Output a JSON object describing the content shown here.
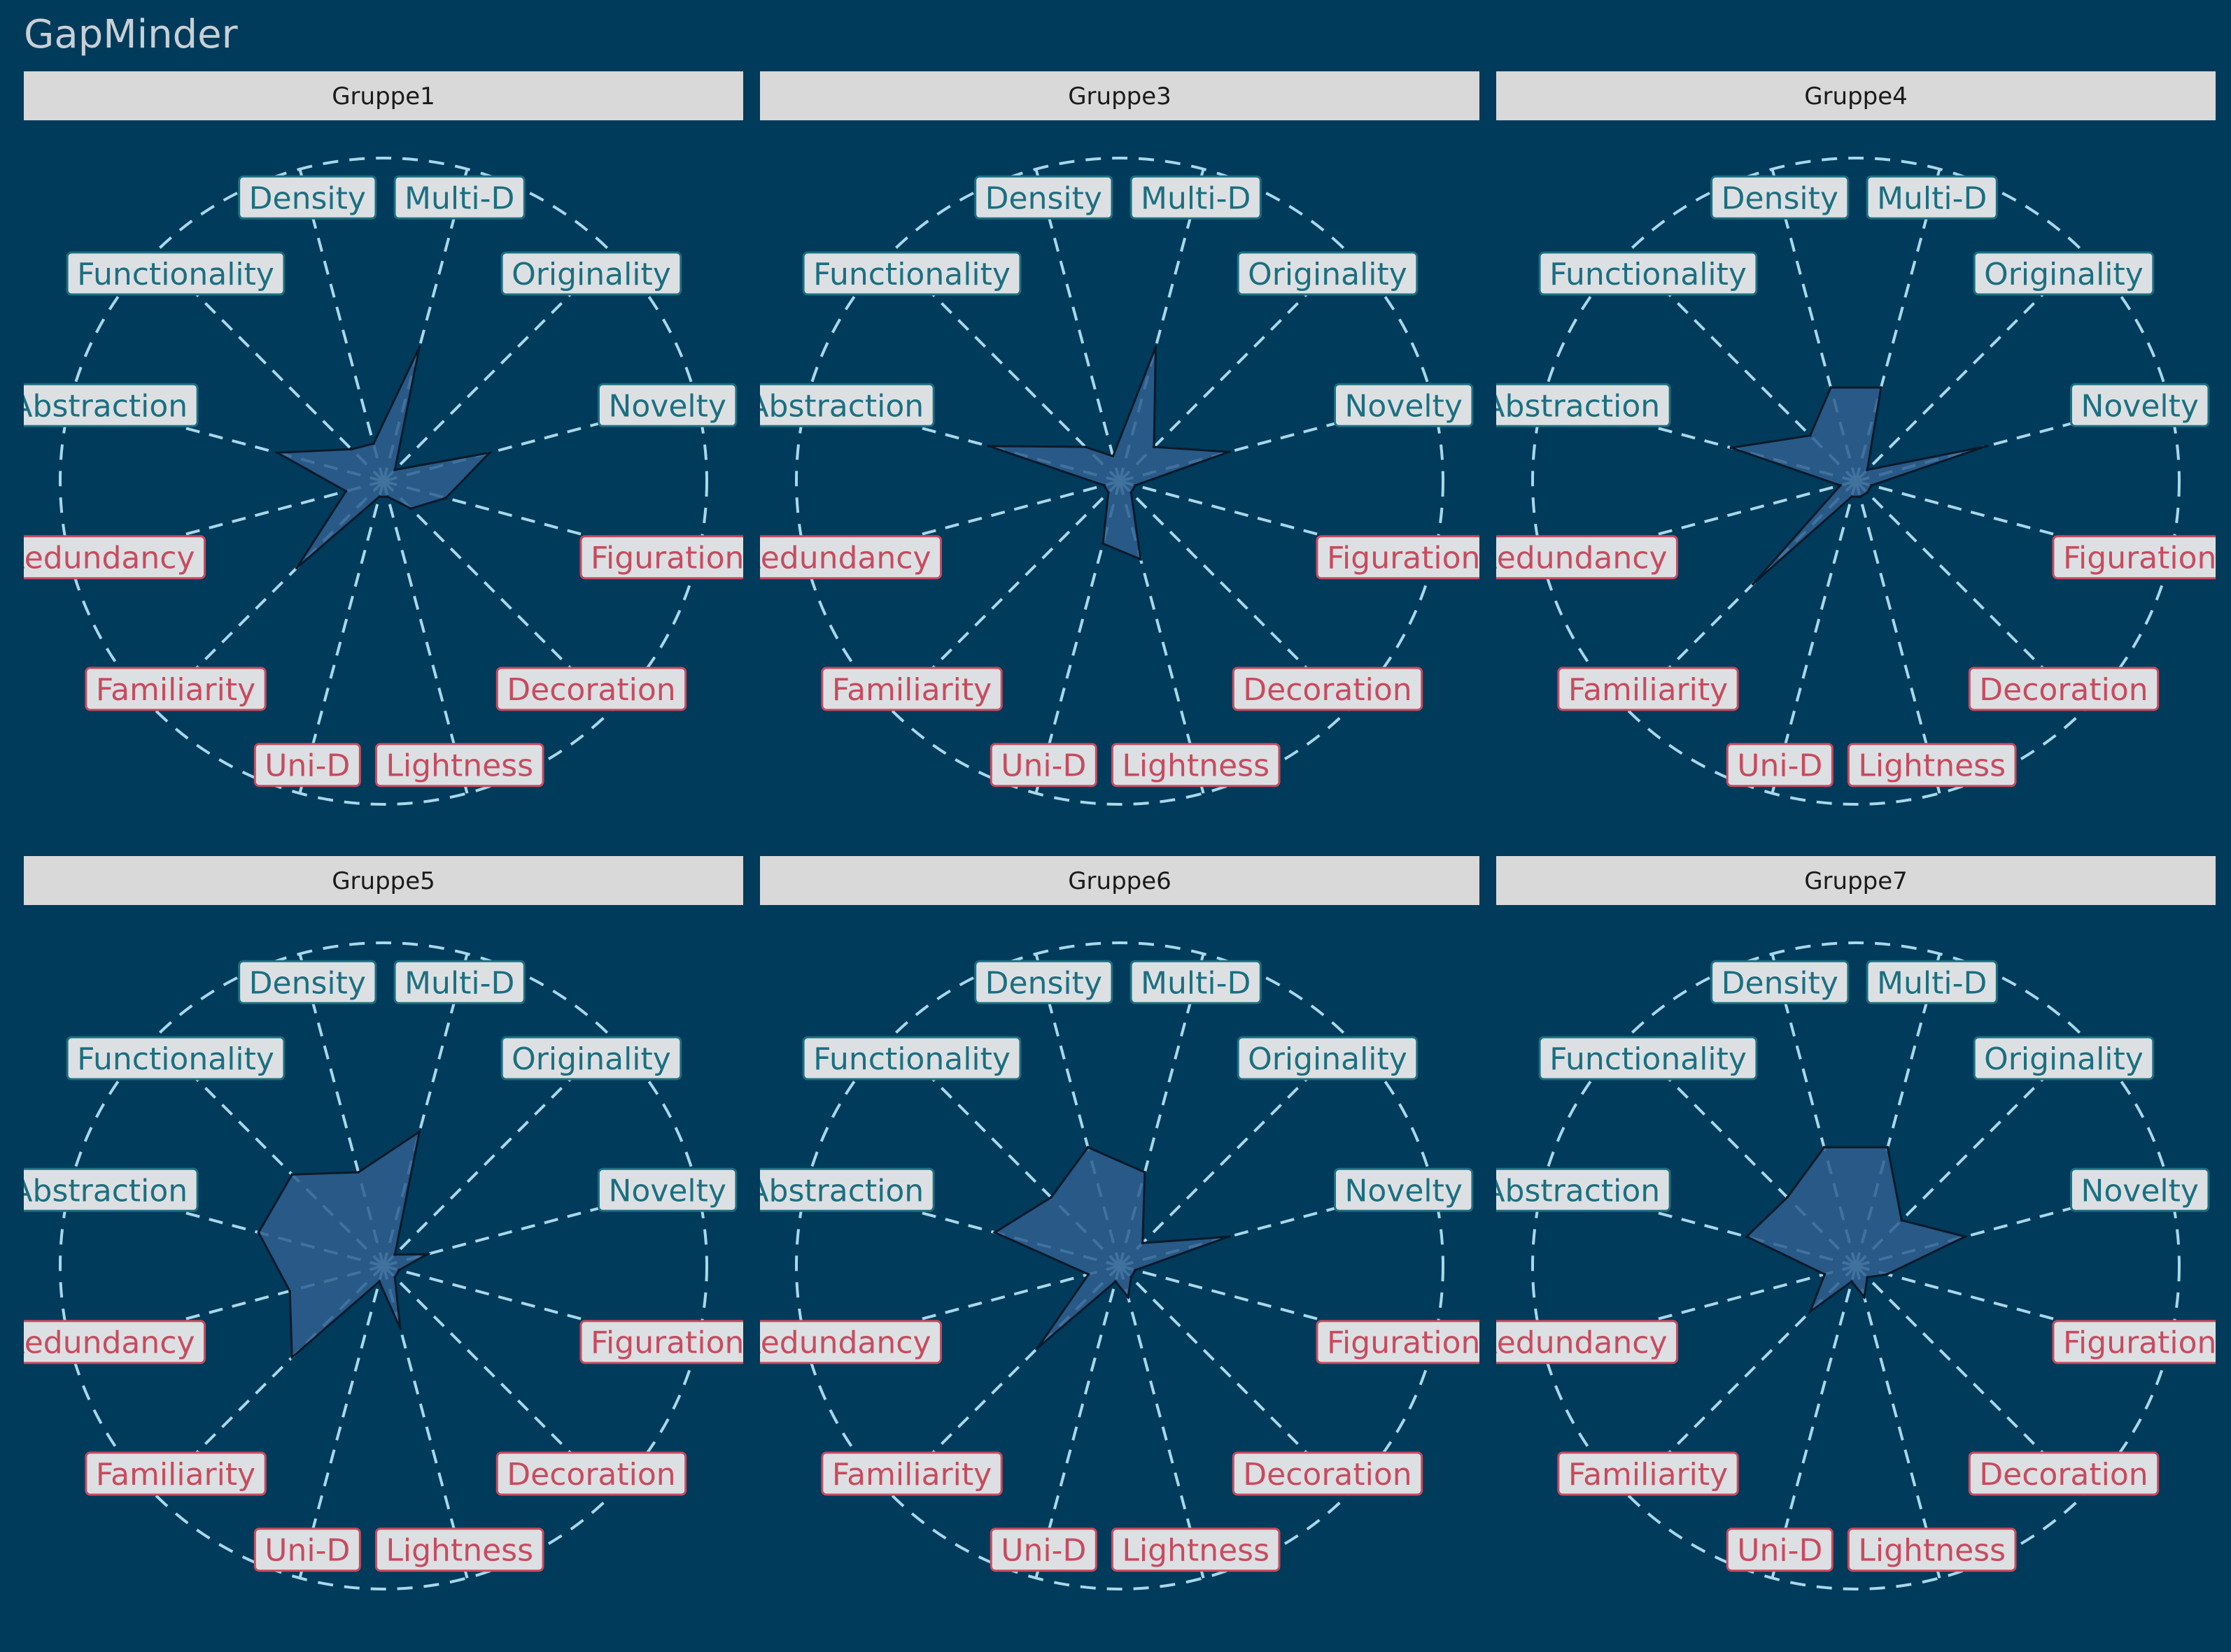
{
  "title": "GapMinder",
  "colors": {
    "background": "#003b5b",
    "strip": "#d9d9d9",
    "gridline": "#a8d8ea",
    "polygon_fill": "#2f5f8f",
    "polygon_stroke": "#0a1a2a",
    "label_box": "#dde0e3",
    "label_teal": "#1b6f80",
    "label_red": "#c94a5e"
  },
  "chart_data": {
    "type": "radar",
    "axes": [
      "Multi-D",
      "Originality",
      "Novelty",
      "Figuration",
      "Decoration",
      "Lightness",
      "Uni-D",
      "Familiarity",
      "Redundancy",
      "Abstraction",
      "Functionality",
      "Density"
    ],
    "axis_groups": {
      "teal": [
        "Multi-D",
        "Originality",
        "Novelty",
        "Abstraction",
        "Functionality",
        "Density"
      ],
      "red": [
        "Figuration",
        "Decoration",
        "Lightness",
        "Uni-D",
        "Familiarity",
        "Redundancy"
      ]
    },
    "range": [
      0,
      1
    ],
    "grid": "dashed circle and spokes",
    "panels": [
      {
        "name": "Gruppe1",
        "values": [
          0.43,
          0.05,
          0.34,
          0.2,
          0.12,
          0.05,
          0.05,
          0.38,
          0.12,
          0.34,
          0.14,
          0.12
        ]
      },
      {
        "name": "Gruppe3",
        "values": [
          0.43,
          0.15,
          0.35,
          0.05,
          0.05,
          0.25,
          0.2,
          0.05,
          0.05,
          0.42,
          0.15,
          0.08
        ]
      },
      {
        "name": "Gruppe4",
        "values": [
          0.3,
          0.05,
          0.42,
          0.05,
          0.05,
          0.05,
          0.05,
          0.45,
          0.05,
          0.4,
          0.2,
          0.3
        ]
      },
      {
        "name": "Gruppe5",
        "values": [
          0.43,
          0.05,
          0.14,
          0.05,
          0.05,
          0.2,
          0.05,
          0.4,
          0.3,
          0.4,
          0.4,
          0.3
        ]
      },
      {
        "name": "Gruppe6",
        "values": [
          0.3,
          0.1,
          0.35,
          0.05,
          0.05,
          0.1,
          0.05,
          0.36,
          0.1,
          0.4,
          0.3,
          0.38
        ]
      },
      {
        "name": "Gruppe7",
        "values": [
          0.38,
          0.2,
          0.35,
          0.1,
          0.05,
          0.1,
          0.05,
          0.2,
          0.1,
          0.35,
          0.3,
          0.38
        ]
      }
    ]
  }
}
